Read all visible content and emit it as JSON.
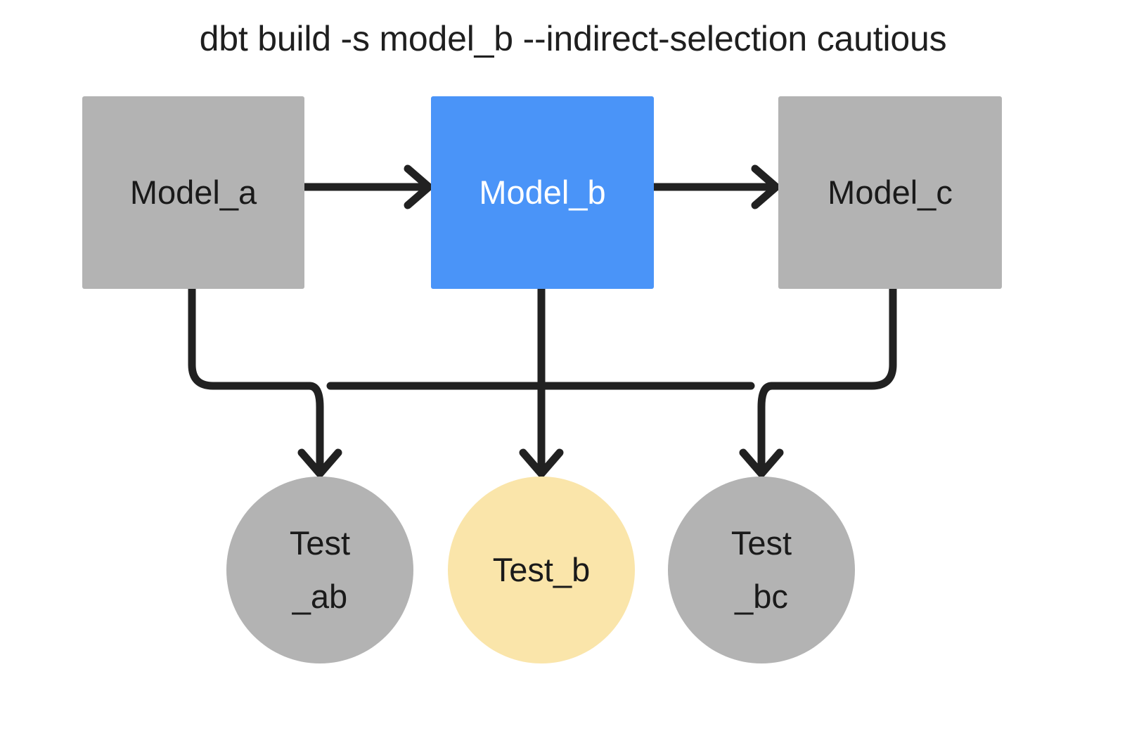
{
  "diagram": {
    "title": "dbt build -s model_b --indirect-selection cautious",
    "colors": {
      "background": "#ffffff",
      "node_gray": "#b3b3b3",
      "node_selected_blue": "#4a94f8",
      "node_indirect_yellow": "#fae5aa",
      "edge_black": "#212121",
      "text_dark": "#1a1a1a",
      "text_light": "#ffffff"
    },
    "models": [
      {
        "id": "model_a",
        "label": "Model_a",
        "shape": "rectangle",
        "fill": "#b3b3b3",
        "text_color": "#1a1a1a"
      },
      {
        "id": "model_b",
        "label": "Model_b",
        "shape": "rectangle",
        "fill": "#4a94f8",
        "text_color": "#ffffff"
      },
      {
        "id": "model_c",
        "label": "Model_c",
        "shape": "rectangle",
        "fill": "#b3b3b3",
        "text_color": "#1a1a1a"
      }
    ],
    "tests": [
      {
        "id": "test_ab",
        "label_line1": "Test",
        "label_line2": "_ab",
        "shape": "circle",
        "fill": "#b3b3b3",
        "text_color": "#1a1a1a"
      },
      {
        "id": "test_b",
        "label_line1": "Test_b",
        "label_line2": "",
        "shape": "circle",
        "fill": "#fae5aa",
        "text_color": "#1a1a1a"
      },
      {
        "id": "test_bc",
        "label_line1": "Test",
        "label_line2": "_bc",
        "shape": "circle",
        "fill": "#b3b3b3",
        "text_color": "#1a1a1a"
      }
    ],
    "edges": [
      {
        "from": "model_a",
        "to": "model_b",
        "style": "straight-arrow"
      },
      {
        "from": "model_b",
        "to": "model_c",
        "style": "straight-arrow"
      },
      {
        "from": "model_a",
        "to": "test_ab",
        "style": "elbow-arrow"
      },
      {
        "from": "model_b",
        "to": "test_ab",
        "style": "elbow-arrow"
      },
      {
        "from": "model_b",
        "to": "test_b",
        "style": "straight-arrow"
      },
      {
        "from": "model_b",
        "to": "test_bc",
        "style": "elbow-arrow"
      },
      {
        "from": "model_c",
        "to": "test_bc",
        "style": "elbow-arrow"
      }
    ]
  }
}
